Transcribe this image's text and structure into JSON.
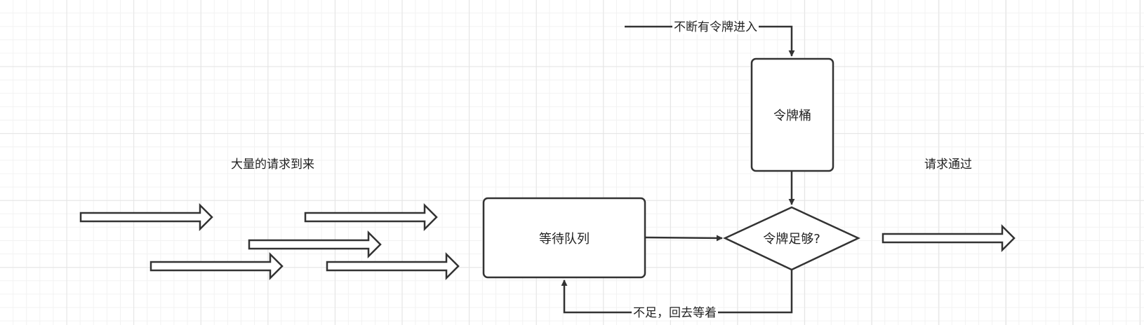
{
  "diagram": {
    "nodes": {
      "token_bucket": "令牌桶",
      "wait_queue": "等待队列",
      "decision": "令牌足够?"
    },
    "labels": {
      "incoming_requests": "大量的请求到来",
      "tokens_in": "不断有令牌进入",
      "requests_pass": "请求通过",
      "insufficient": "不足，回去等着"
    },
    "colors": {
      "stroke": "#333333",
      "grid_major": "#e4e4e4",
      "grid_minor": "#f2f2f2"
    }
  }
}
